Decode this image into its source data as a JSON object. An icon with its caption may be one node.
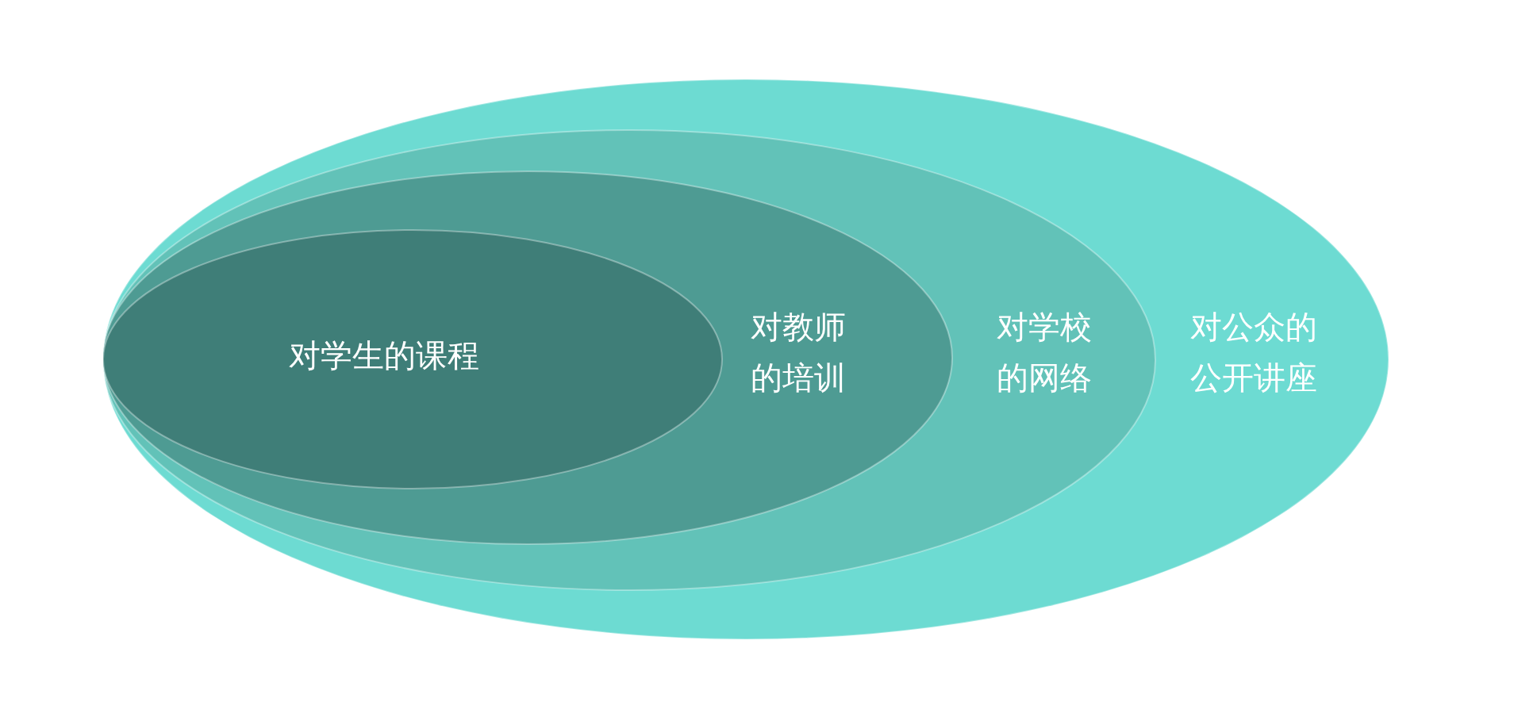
{
  "diagram": {
    "nodes": [
      {
        "text": [
          "对公众的公开讲座"
        ]
      },
      {
        "text": [
          "对学校的网络"
        ],
        "in": 0
      },
      {
        "text": [
          "对教师的培训"
        ],
        "in": 1
      },
      {
        "text": [
          "对学生的课程"
        ],
        "in": 2
      }
    ],
    "edges": []
  }
}
